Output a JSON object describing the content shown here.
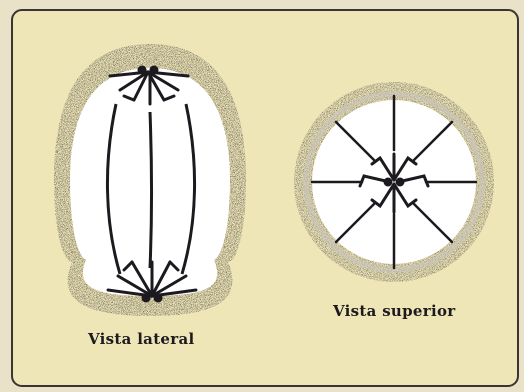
{
  "figure": {
    "labels": {
      "lateral": "Vista lateral",
      "superior": "Vista superior"
    },
    "colors": {
      "paper": "#efe6b8",
      "page": "#e9e2c8",
      "ink": "#1c1a1f",
      "cell": "#ffffff"
    },
    "views": [
      {
        "id": "lateral",
        "rays": 8
      },
      {
        "id": "superior",
        "rays": 8
      }
    ]
  }
}
